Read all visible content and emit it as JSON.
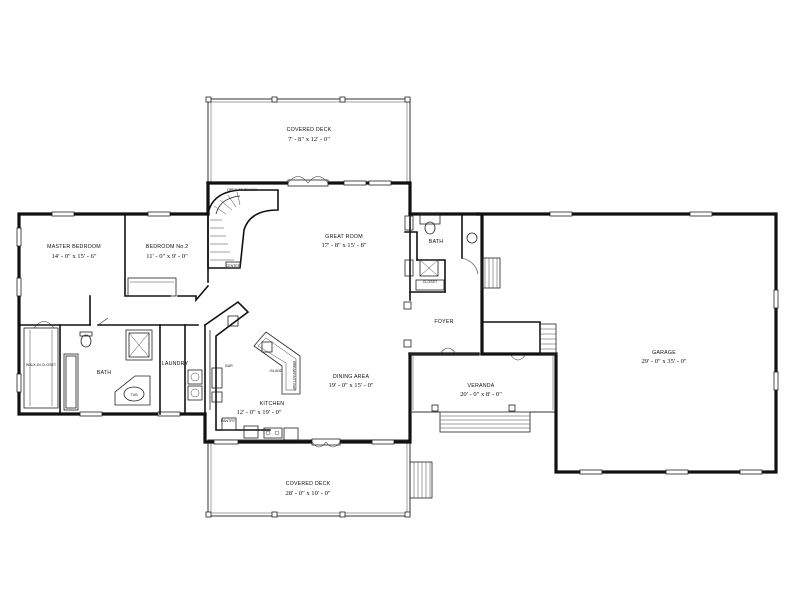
{
  "rooms": {
    "covered_deck_top": {
      "name": "COVERED DECK",
      "dims": "7' - 8\" x 12' - 0\""
    },
    "great_room": {
      "name": "GREAT ROOM",
      "dims": "17' - 8\" x 15' - 8\""
    },
    "master_bedroom": {
      "name": "MASTER BEDROOM",
      "dims": "14' - 0\" x 15' - 6\""
    },
    "bedroom_2": {
      "name": "BEDROOM No.2",
      "dims": "11' - 0\" x 9' - 0\""
    },
    "bath_master": {
      "name": "BATH"
    },
    "laundry": {
      "name": "LAUNDRY"
    },
    "kitchen": {
      "name": "KITCHEN",
      "dims": "12' - 0\" x 19' - 0\""
    },
    "dining_area": {
      "name": "DINING AREA",
      "dims": "19' - 0\" x 15' - 0\""
    },
    "foyer": {
      "name": "FOYER"
    },
    "bath_hall": {
      "name": "BATH"
    },
    "veranda": {
      "name": "VERANDA",
      "dims": "20' - 0\" x 8' - 0\""
    },
    "garage": {
      "name": "GARAGE",
      "dims": "29' - 0\" x 35' - 0\""
    },
    "covered_deck_bottom": {
      "name": "COVERED DECK",
      "dims": "28' - 0\" x 10' - 0\""
    }
  },
  "labels": {
    "open_to_below": "OPEN TO BELOW",
    "closet": "CLOSET",
    "walk_in_closet": "WALK-IN CLOSET",
    "tub": "TUB",
    "pantry": "PANTRY",
    "island": "ISLAND",
    "bar": "BAR",
    "breakfast_bar": "BREAKFAST BAR",
    "center": "CENTER"
  }
}
